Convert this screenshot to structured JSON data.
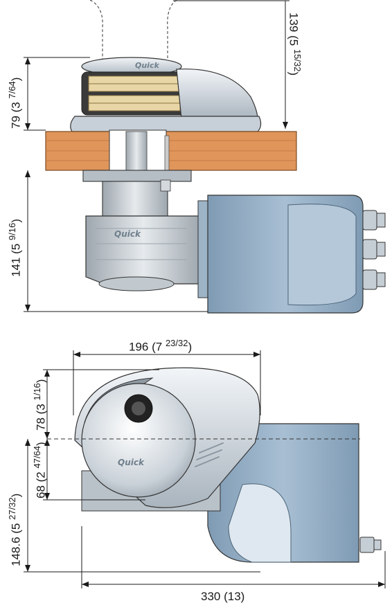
{
  "top_view": {
    "dim_top_right": {
      "main": "139 (5 ",
      "frac": "15/32",
      "close": ")"
    },
    "dim_top_left": {
      "main": "79 (3 ",
      "frac": "7/64",
      "close": ")"
    },
    "dim_left_lower": {
      "main": "141 (5 ",
      "frac": "9/16",
      "close": ")"
    }
  },
  "bottom_view": {
    "dim_width_top": {
      "main": "196 (7 ",
      "frac": "23/32",
      "close": ")"
    },
    "dim_78": {
      "main": "78 (3 ",
      "frac": "1/16",
      "close": ")"
    },
    "dim_68": {
      "main": "68 (2 ",
      "frac": "47/64",
      "close": ")"
    },
    "dim_148": {
      "main": "148.6 (5 ",
      "frac": "27/32",
      "close": ")"
    },
    "dim_width_bottom": "330 (13)"
  },
  "brand_logo": "Quick",
  "colors": {
    "deck": "#e0955a",
    "motor_blue": "#8ea9c2",
    "dome_gray": "#d4dbe2",
    "line": "#1a1a1a"
  }
}
